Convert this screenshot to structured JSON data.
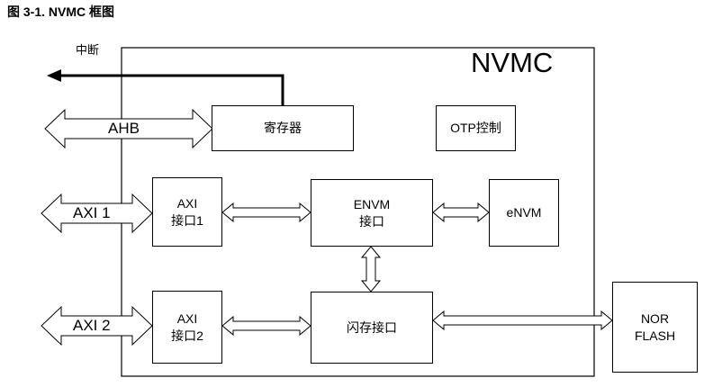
{
  "figure": {
    "title": "图 3-1. NVMC 框图"
  },
  "nvmc": {
    "label": "NVMC"
  },
  "interrupt": {
    "label": "中断"
  },
  "buses": {
    "ahb": "AHB",
    "axi1": "AXI 1",
    "axi2": "AXI 2"
  },
  "blocks": {
    "register": "寄存器",
    "otp": "OTP控制",
    "axi_if1": {
      "line1": "AXI",
      "line2": "接口1"
    },
    "envm_if": {
      "line1": "ENVM",
      "line2": "接口"
    },
    "envm": "eNVM",
    "axi_if2": {
      "line1": "AXI",
      "line2": "接口2"
    },
    "flash_if": "闪存接口",
    "nor_flash": {
      "line1": "NOR",
      "line2": "FLASH"
    }
  },
  "colors": {
    "stroke": "#000000",
    "fill": "#ffffff",
    "text": "#000000"
  }
}
